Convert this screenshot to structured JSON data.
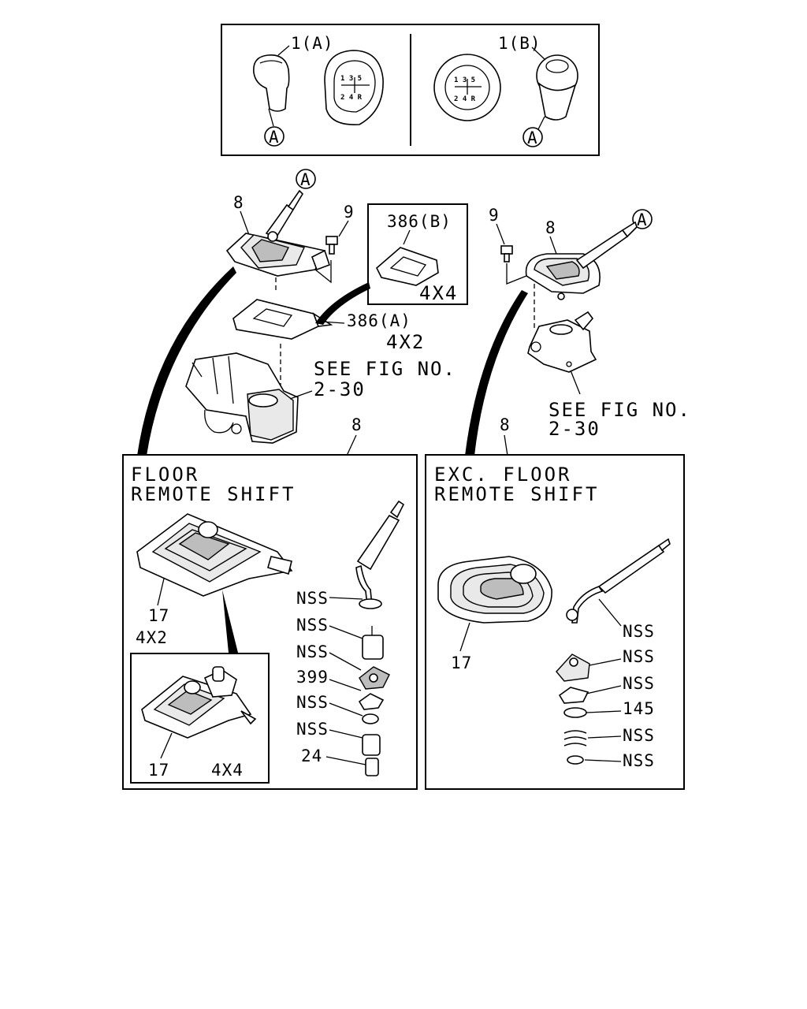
{
  "knob_panel": {
    "knob_a_label": "1(A)",
    "knob_b_label": "1(B)",
    "ref_a": "A",
    "pattern_top": "1 3 5",
    "pattern_bottom": "2 4 R"
  },
  "left_assembly": {
    "ref_circle": "A",
    "boot_label": "8",
    "bolt_label": "9",
    "plate_label": "386(A)",
    "plate_variant": "4X2",
    "inset_label": "386(B)",
    "inset_variant": "4X4",
    "see_fig_line1": "SEE FIG NO.",
    "see_fig_line2": "2-30"
  },
  "right_assembly": {
    "ref_circle": "A",
    "boot_label": "8",
    "bolt_label": "9",
    "see_fig_line1": "SEE FIG NO.",
    "see_fig_line2": "2-30"
  },
  "floor_panel": {
    "ref_label": "8",
    "title_line1": "FLOOR",
    "title_line2": "REMOTE SHIFT",
    "boot_label": "17",
    "boot_variant": "4X2",
    "inset_boot_label": "17",
    "inset_variant": "4X4",
    "callouts": [
      "NSS",
      "NSS",
      "NSS",
      "399",
      "NSS",
      "NSS",
      "24"
    ]
  },
  "exc_panel": {
    "ref_label": "8",
    "title_line1": "EXC. FLOOR",
    "title_line2": "REMOTE SHIFT",
    "boot_label": "17",
    "callouts": [
      "NSS",
      "NSS",
      "NSS",
      "145",
      "NSS",
      "NSS"
    ]
  }
}
